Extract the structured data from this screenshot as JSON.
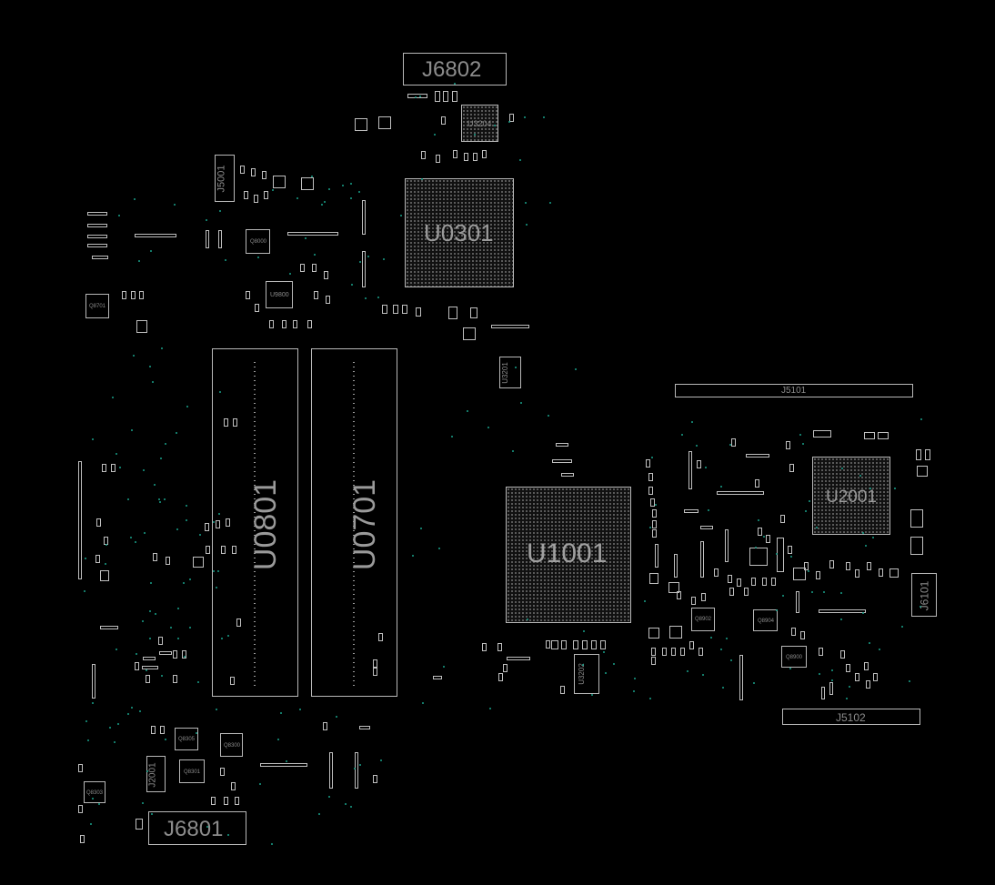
{
  "board": {
    "labels": {
      "j6802": "J6802",
      "u3204": "U3204",
      "j5001": "J5001",
      "u0301": "U0301",
      "q8000": "Q8000",
      "u9800": "U9800",
      "q8701": "Q8701",
      "u0801": "U0801",
      "u0701": "U0701",
      "u3201": "U3201",
      "j5101": "J5101",
      "u1001": "U1001",
      "u2001": "U2001",
      "j6101": "J6101",
      "q8902": "Q8902",
      "q8904": "Q8904",
      "q8900": "Q8900",
      "u3202": "U3202",
      "j5102": "J5102",
      "q8305": "Q8305",
      "q8300": "Q8300",
      "j2001": "J2001",
      "q8301": "Q8301",
      "q8303": "Q8303",
      "j6801": "J6801"
    },
    "colors": {
      "background": "#000000",
      "outline": "#b8b8b8",
      "label": "#8c8c8c",
      "via": "#19a08a"
    }
  }
}
